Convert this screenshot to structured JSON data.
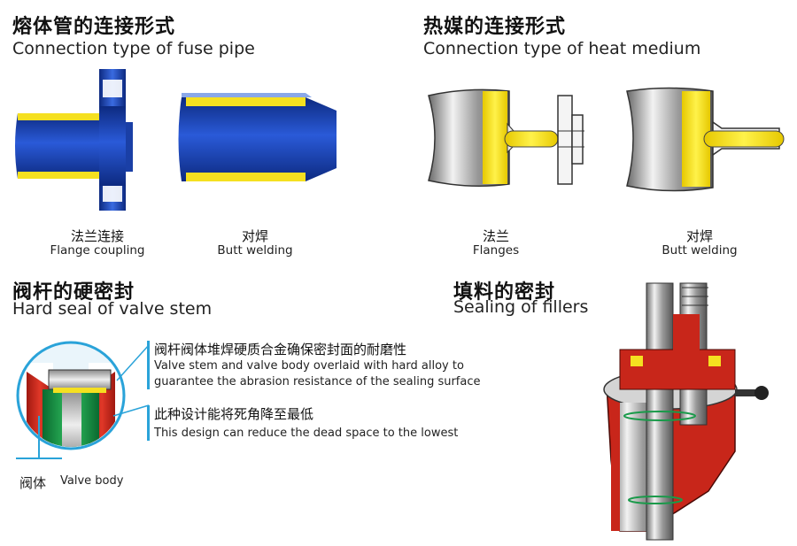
{
  "fuse_pipe": {
    "title_cn": "熔体管的连接形式",
    "title_en": "Connection type of fuse pipe",
    "items": [
      {
        "cn": "法兰连接",
        "en": "Flange coupling"
      },
      {
        "cn": "对焊",
        "en": "Butt welding"
      }
    ]
  },
  "heat_medium": {
    "title_cn": "热媒的连接形式",
    "title_en": "Connection type of heat medium",
    "items": [
      {
        "cn": "法兰",
        "en": "Flanges"
      },
      {
        "cn": "对焊",
        "en": "Butt welding"
      }
    ]
  },
  "valve_stem": {
    "title_cn": "阀杆的硬密封",
    "title_en": "Hard seal of valve stem",
    "annotations": [
      {
        "cn": "阀杆阀体堆焊硬质合金确保密封面的耐磨性",
        "en_line1": "Valve stem and valve body overlaid with hard alloy to",
        "en_line2": "guarantee the abrasion resistance of the sealing surface"
      },
      {
        "cn": "此种设计能将死角降至最低",
        "en_line1": "This design can reduce the dead space to the lowest"
      }
    ],
    "body_label_cn": "阀体",
    "body_label_en": "Valve body"
  },
  "fillers": {
    "title_cn": "填料的密封",
    "title_en": "Sealing of fillers"
  },
  "colors": {
    "accent_blue": "#2aa3d9",
    "pipe_blue": "#1a3fa6",
    "alloy_yellow": "#f5e020",
    "seal_red": "#d42a1e",
    "seal_green": "#1a9a4a"
  }
}
